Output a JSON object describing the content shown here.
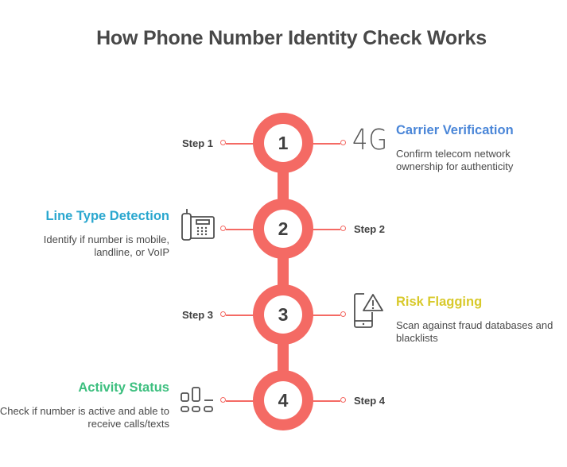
{
  "title": "How Phone Number Identity Check Works",
  "colors": {
    "accent": "#f46a64",
    "carrier": "#4a86d8",
    "line_type": "#2aa7cf",
    "risk": "#d8c92a",
    "activity": "#3dbf7f"
  },
  "steps": [
    {
      "number": "1",
      "step_label": "Step 1",
      "heading": "Carrier Verification",
      "description": "Confirm telecom network ownership for authenticity",
      "icon": "4g-icon",
      "icon_text": "4G",
      "side": "right"
    },
    {
      "number": "2",
      "step_label": "Step 2",
      "heading": "Line Type Detection",
      "description": "Identify if number is mobile, landline, or VoIP",
      "icon": "landline-phone-icon",
      "side": "left"
    },
    {
      "number": "3",
      "step_label": "Step 3",
      "heading": "Risk Flagging",
      "description": "Scan against fraud databases and blacklists",
      "icon": "phone-warning-icon",
      "side": "right"
    },
    {
      "number": "4",
      "step_label": "Step 4",
      "heading": "Activity Status",
      "description": "Check if number is active and able to receive calls/texts",
      "icon": "activity-bars-icon",
      "side": "left"
    }
  ]
}
